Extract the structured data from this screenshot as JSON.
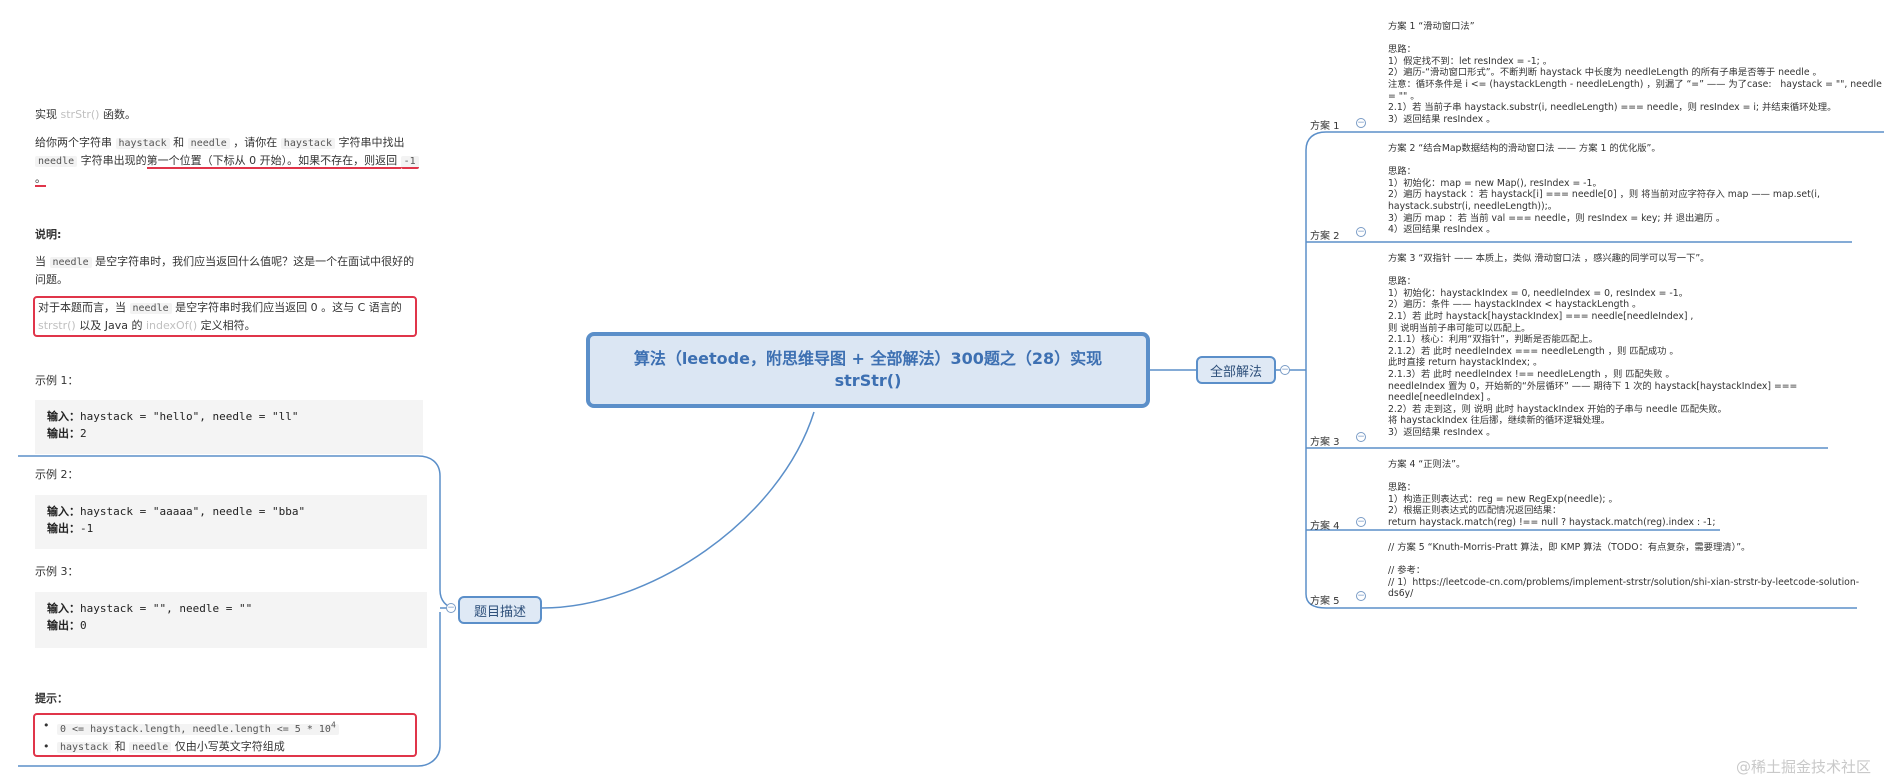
{
  "colors": {
    "accent": "#5b8fc9",
    "highlight": "#e0354a",
    "node_bg": "#dfe9f5"
  },
  "central_topic": "算法（leetode，附思维导图 + 全部解法）300题之（28）实现 strStr()",
  "branches": {
    "description": "题目描述",
    "solutions": "全部解法"
  },
  "description": {
    "intro_prefix": "实现 ",
    "intro_fn": "strStr()",
    "intro_suffix": " 函数。",
    "p2_a": "给你两个字符串 ",
    "p2_haystack": "haystack",
    "p2_b": " 和 ",
    "p2_needle": "needle",
    "p2_c": " ，请你在 ",
    "p2_haystack2": "haystack",
    "p2_d": " 字符串中找出 ",
    "p2_needle2": "needle",
    "p2_e": " 字符串出现的",
    "p2_highlight": "第一个位置（下标从 0 开始）。如果不存在，则返回 ",
    "p2_minus1": "-1",
    "p2_end": " 。",
    "note_title": "说明:",
    "note_a": "当 ",
    "note_needle": "needle",
    "note_b": " 是空字符串时，我们应当返回什么值呢？这是一个在面试中很好的问题。",
    "box_a": "对于本题而言，当 ",
    "box_needle": "needle",
    "box_b": " 是空字符串时我们应当返回 0 。这与 C 语言的 ",
    "box_strstr": "strstr()",
    "box_c": " 以及 Java 的 ",
    "box_indexof": "indexOf()",
    "box_d": " 定义相符。",
    "examples": [
      {
        "title": "示例 1：",
        "input_label": "输入：",
        "input": "haystack = \"hello\", needle = \"ll\"",
        "output_label": "输出：",
        "output": "2"
      },
      {
        "title": "示例 2：",
        "input_label": "输入：",
        "input": "haystack = \"aaaaa\", needle = \"bba\"",
        "output_label": "输出：",
        "output": "-1"
      },
      {
        "title": "示例 3：",
        "input_label": "输入：",
        "input": "haystack = \"\", needle = \"\"",
        "output_label": "输出：",
        "output": "0"
      }
    ],
    "hint_title": "提示：",
    "hint1": "0 <= haystack.length, needle.length <= 5 * 10",
    "hint1_sup": "4",
    "hint2_a": "haystack",
    "hint2_b": " 和 ",
    "hint2_c": "needle",
    "hint2_d": " 仅由小写英文字符组成"
  },
  "solutions": [
    {
      "label": "方案 1",
      "text": "方案 1 “滑动窗口法”\n\n思路：\n1）假定找不到：let resIndex = -1; 。\n2）遍历-“滑动窗口形式”。不断判断 haystack 中长度为 needleLength 的所有子串是否等于 needle 。\n注意：循环条件是 i <= (haystackLength - needleLength) ，别漏了 “=” —— 为了case:   haystack = \"\", needle = \"\" 。\n2.1）若 当前子串 haystack.substr(i, needleLength) === needle，则 resIndex = i; 并结束循环处理。\n3）返回结果 resIndex 。"
    },
    {
      "label": "方案 2",
      "text": "方案 2 “结合Map数据结构的滑动窗口法 —— 方案 1 的优化版”。\n\n思路：\n1）初始化：map = new Map(), resIndex = -1。\n2）遍历 haystack ：若 haystack[i] === needle[0] ，则 将当前对应字符存入 map —— map.set(i, haystack.substr(i, needleLength));。\n3）遍历 map ：若 当前 val === needle，则 resIndex = key; 并 退出遍历 。\n4）返回结果 resIndex 。"
    },
    {
      "label": "方案 3",
      "text": "方案 3 “双指针 —— 本质上，类似 滑动窗口法 ，感兴趣的同学可以写一下”。\n\n思路：\n1）初始化：haystackIndex = 0, needleIndex = 0, resIndex = -1。\n2）遍历：条件 —— haystackIndex < haystackLength 。\n2.1）若 此时 haystack[haystackIndex] === needle[needleIndex] ,\n则 说明当前子串可能可以匹配上。\n2.1.1）核心：利用“双指针”，判断是否能匹配上。\n2.1.2）若 此时 needleIndex === needleLength ，则 匹配成功 。\n此时直接 return haystackIndex; 。\n2.1.3）若 此时 needleIndex !== needleLength ，则 匹配失败 。\nneedleIndex 置为 0，开始新的“外层循环” —— 期待下 1 次的 haystack[haystackIndex] === needle[needleIndex] 。\n2.2）若 走到这，则 说明 此时 haystackIndex 开始的子串与 needle 匹配失败。\n将 haystackIndex 往后挪，继续新的循环逻辑处理。\n3）返回结果 resIndex 。"
    },
    {
      "label": "方案 4",
      "text": "方案 4 “正则法”。\n\n思路：\n1）构造正则表达式：reg = new RegExp(needle); 。\n2）根据正则表达式的匹配情况返回结果：\nreturn haystack.match(reg) !== null ? haystack.match(reg).index : -1;"
    },
    {
      "label": "方案 5",
      "text": "// 方案 5 “Knuth-Morris-Pratt 算法，即 KMP 算法（TODO：有点复杂，需要理清）”。\n\n// 参考：\n// 1）https://leetcode-cn.com/problems/implement-strstr/solution/shi-xian-strstr-by-leetcode-solution-ds6y/"
    }
  ],
  "watermark": "@稀土掘金技术社区"
}
